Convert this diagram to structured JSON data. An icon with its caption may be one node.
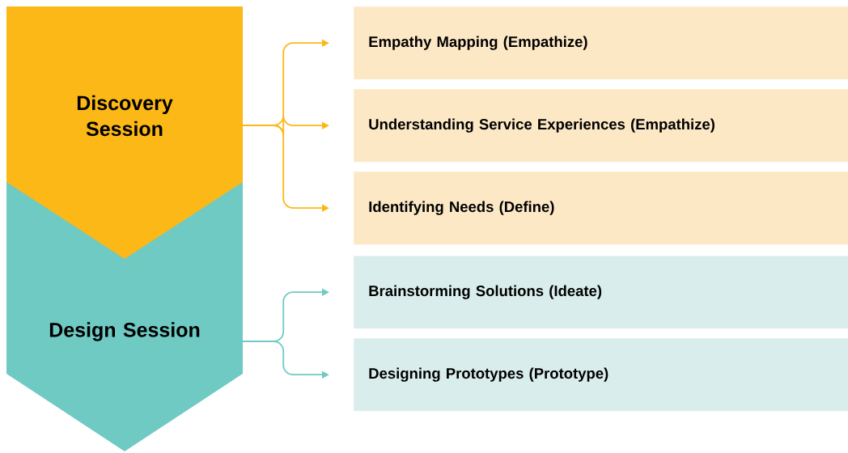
{
  "diagram": {
    "nodes": [
      {
        "text": [
          "Discovery Session"
        ]
      },
      {
        "text": [
          "Design Session"
        ]
      },
      {
        "text": [
          "Empathy Mapping (Empathize)"
        ]
      },
      {
        "text": [
          "Understanding Service Experiences (Empathize)"
        ]
      },
      {
        "text": [
          "Identifying Needs (Define)"
        ]
      },
      {
        "text": [
          "Brainstorming Solutions (Ideate)"
        ]
      },
      {
        "text": [
          "Designing Prototypes (Prototype)"
        ]
      }
    ],
    "edges": [
      {
        "from": 0,
        "to": 2,
        "arrow": "to"
      },
      {
        "from": 0,
        "to": 3,
        "arrow": "to"
      },
      {
        "from": 0,
        "to": 4,
        "arrow": "to"
      },
      {
        "from": 1,
        "to": 5,
        "arrow": "to",
        "color": "#6fcac4"
      },
      {
        "from": 1,
        "to": 6,
        "arrow": "to",
        "color": "#6fcac4"
      }
    ]
  }
}
